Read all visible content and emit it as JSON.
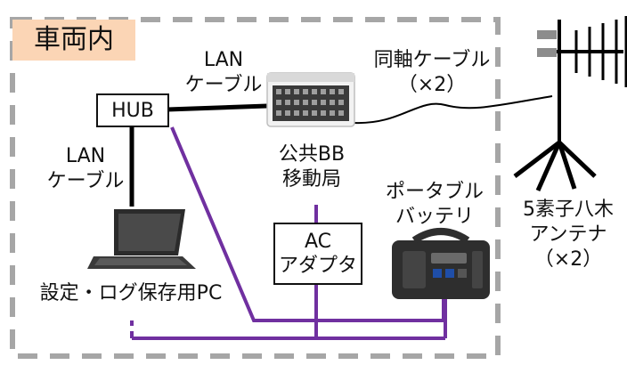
{
  "region": {
    "label": "車両内"
  },
  "colors": {
    "lan_cable": "#000000",
    "power_line": "#7030a0",
    "region_border": "#a6a6a6",
    "region_tag": "#fbd5b5"
  },
  "nodes": {
    "hub": "HUB",
    "bb_station": [
      "公共BB",
      "移動局"
    ],
    "ac_adapter": [
      "AC",
      "アダプタ"
    ],
    "battery": [
      "ポータブル",
      "バッテリ"
    ],
    "antenna": [
      "5素子八木",
      "アンテナ",
      "（×2）"
    ],
    "pc": "設定・ログ保存用PC"
  },
  "edges": {
    "lan_top": [
      "LAN",
      "ケーブル"
    ],
    "lan_left": [
      "LAN",
      "ケーブル"
    ],
    "coax": [
      "同軸ケーブル",
      "（×2）"
    ]
  }
}
